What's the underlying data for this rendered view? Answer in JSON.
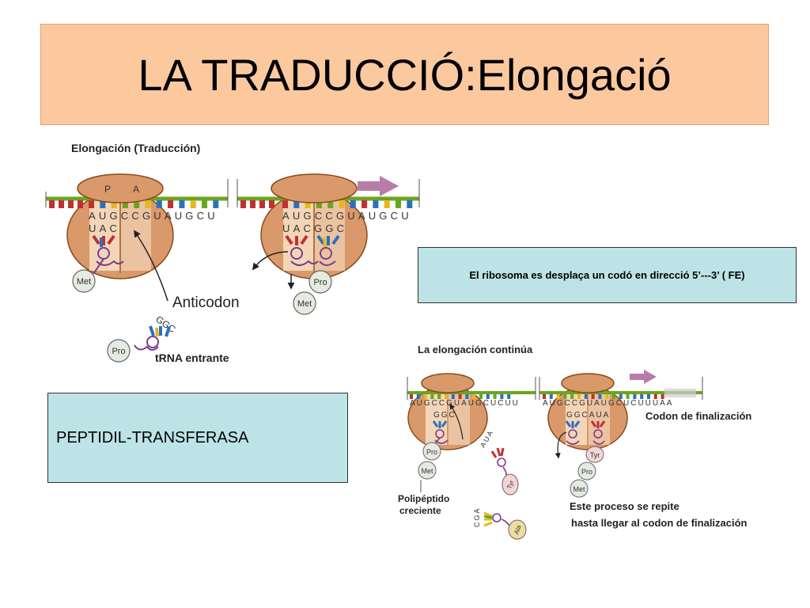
{
  "slide": {
    "title": "LA TRADUCCIÓ:Elongació",
    "caption": "El ribosoma es desplaça un codó en direcció 5’---3’ ( FE)",
    "enzyme_label": "PEPTIDIL-TRANSFERASA"
  },
  "figure_top": {
    "heading": "Elongación (Traducción)",
    "site_p": "P",
    "site_a": "A",
    "mrna_left": [
      "A",
      "U",
      "G",
      "C",
      "C",
      "G",
      "U",
      "A",
      "U",
      "G",
      "C",
      "U"
    ],
    "anticodon_left": [
      "U",
      "A",
      "C"
    ],
    "mrna_right": [
      "A",
      "U",
      "G",
      "C",
      "C",
      "G",
      "U",
      "A",
      "U",
      "G",
      "C",
      "U"
    ],
    "anticodon_right": [
      "U",
      "A",
      "C",
      "G",
      "G",
      "C"
    ],
    "anticodon_label": "Anticodon",
    "incoming_anticodon": [
      "G",
      "G",
      "C"
    ],
    "trna_label": "tRNA entrante",
    "aa_met": "Met",
    "aa_pro": "Pro"
  },
  "figure_bottom": {
    "heading": "La elongación continúa",
    "mrna_left": [
      "A",
      "U",
      "G",
      "C",
      "C",
      "G",
      "U",
      "A",
      "U",
      "G",
      "C",
      "U",
      "C",
      "U",
      "U"
    ],
    "anticodon_left": [
      "G",
      "G",
      "C"
    ],
    "mrna_right": [
      "A",
      "U",
      "G",
      "C",
      "C",
      "G",
      "U",
      "A",
      "U",
      "G",
      "C",
      "U",
      "C",
      "U",
      "U",
      "U",
      "A",
      "A"
    ],
    "anticodon_right": [
      "G",
      "G",
      "C",
      "A",
      "U",
      "A"
    ],
    "incoming_tyr_anticodon": [
      "A",
      "U",
      "A"
    ],
    "incoming_ala_anticodon": [
      "C",
      "G",
      "A"
    ],
    "stop_label": "Codon de finalización",
    "polypeptide_label_1": "Polipéptido",
    "polypeptide_label_2": "creciente",
    "repeat_label_1": "Este proceso se repite",
    "repeat_label_2": "hasta llegar al codon de finalización",
    "aa_pro": "Pro",
    "aa_met": "Met",
    "aa_tyr": "Tyr",
    "aa_ala": "Ala"
  },
  "colors": {
    "title_bg": "#fcc99f",
    "caption_bg": "#bde3e6",
    "ribosome": "#d9996a",
    "ribosome_dark": "#8a4a1c",
    "mrna_green": "#6aa51e",
    "shift_arrow": "#b87ca8",
    "amino_acid": "#e6ebe2"
  }
}
